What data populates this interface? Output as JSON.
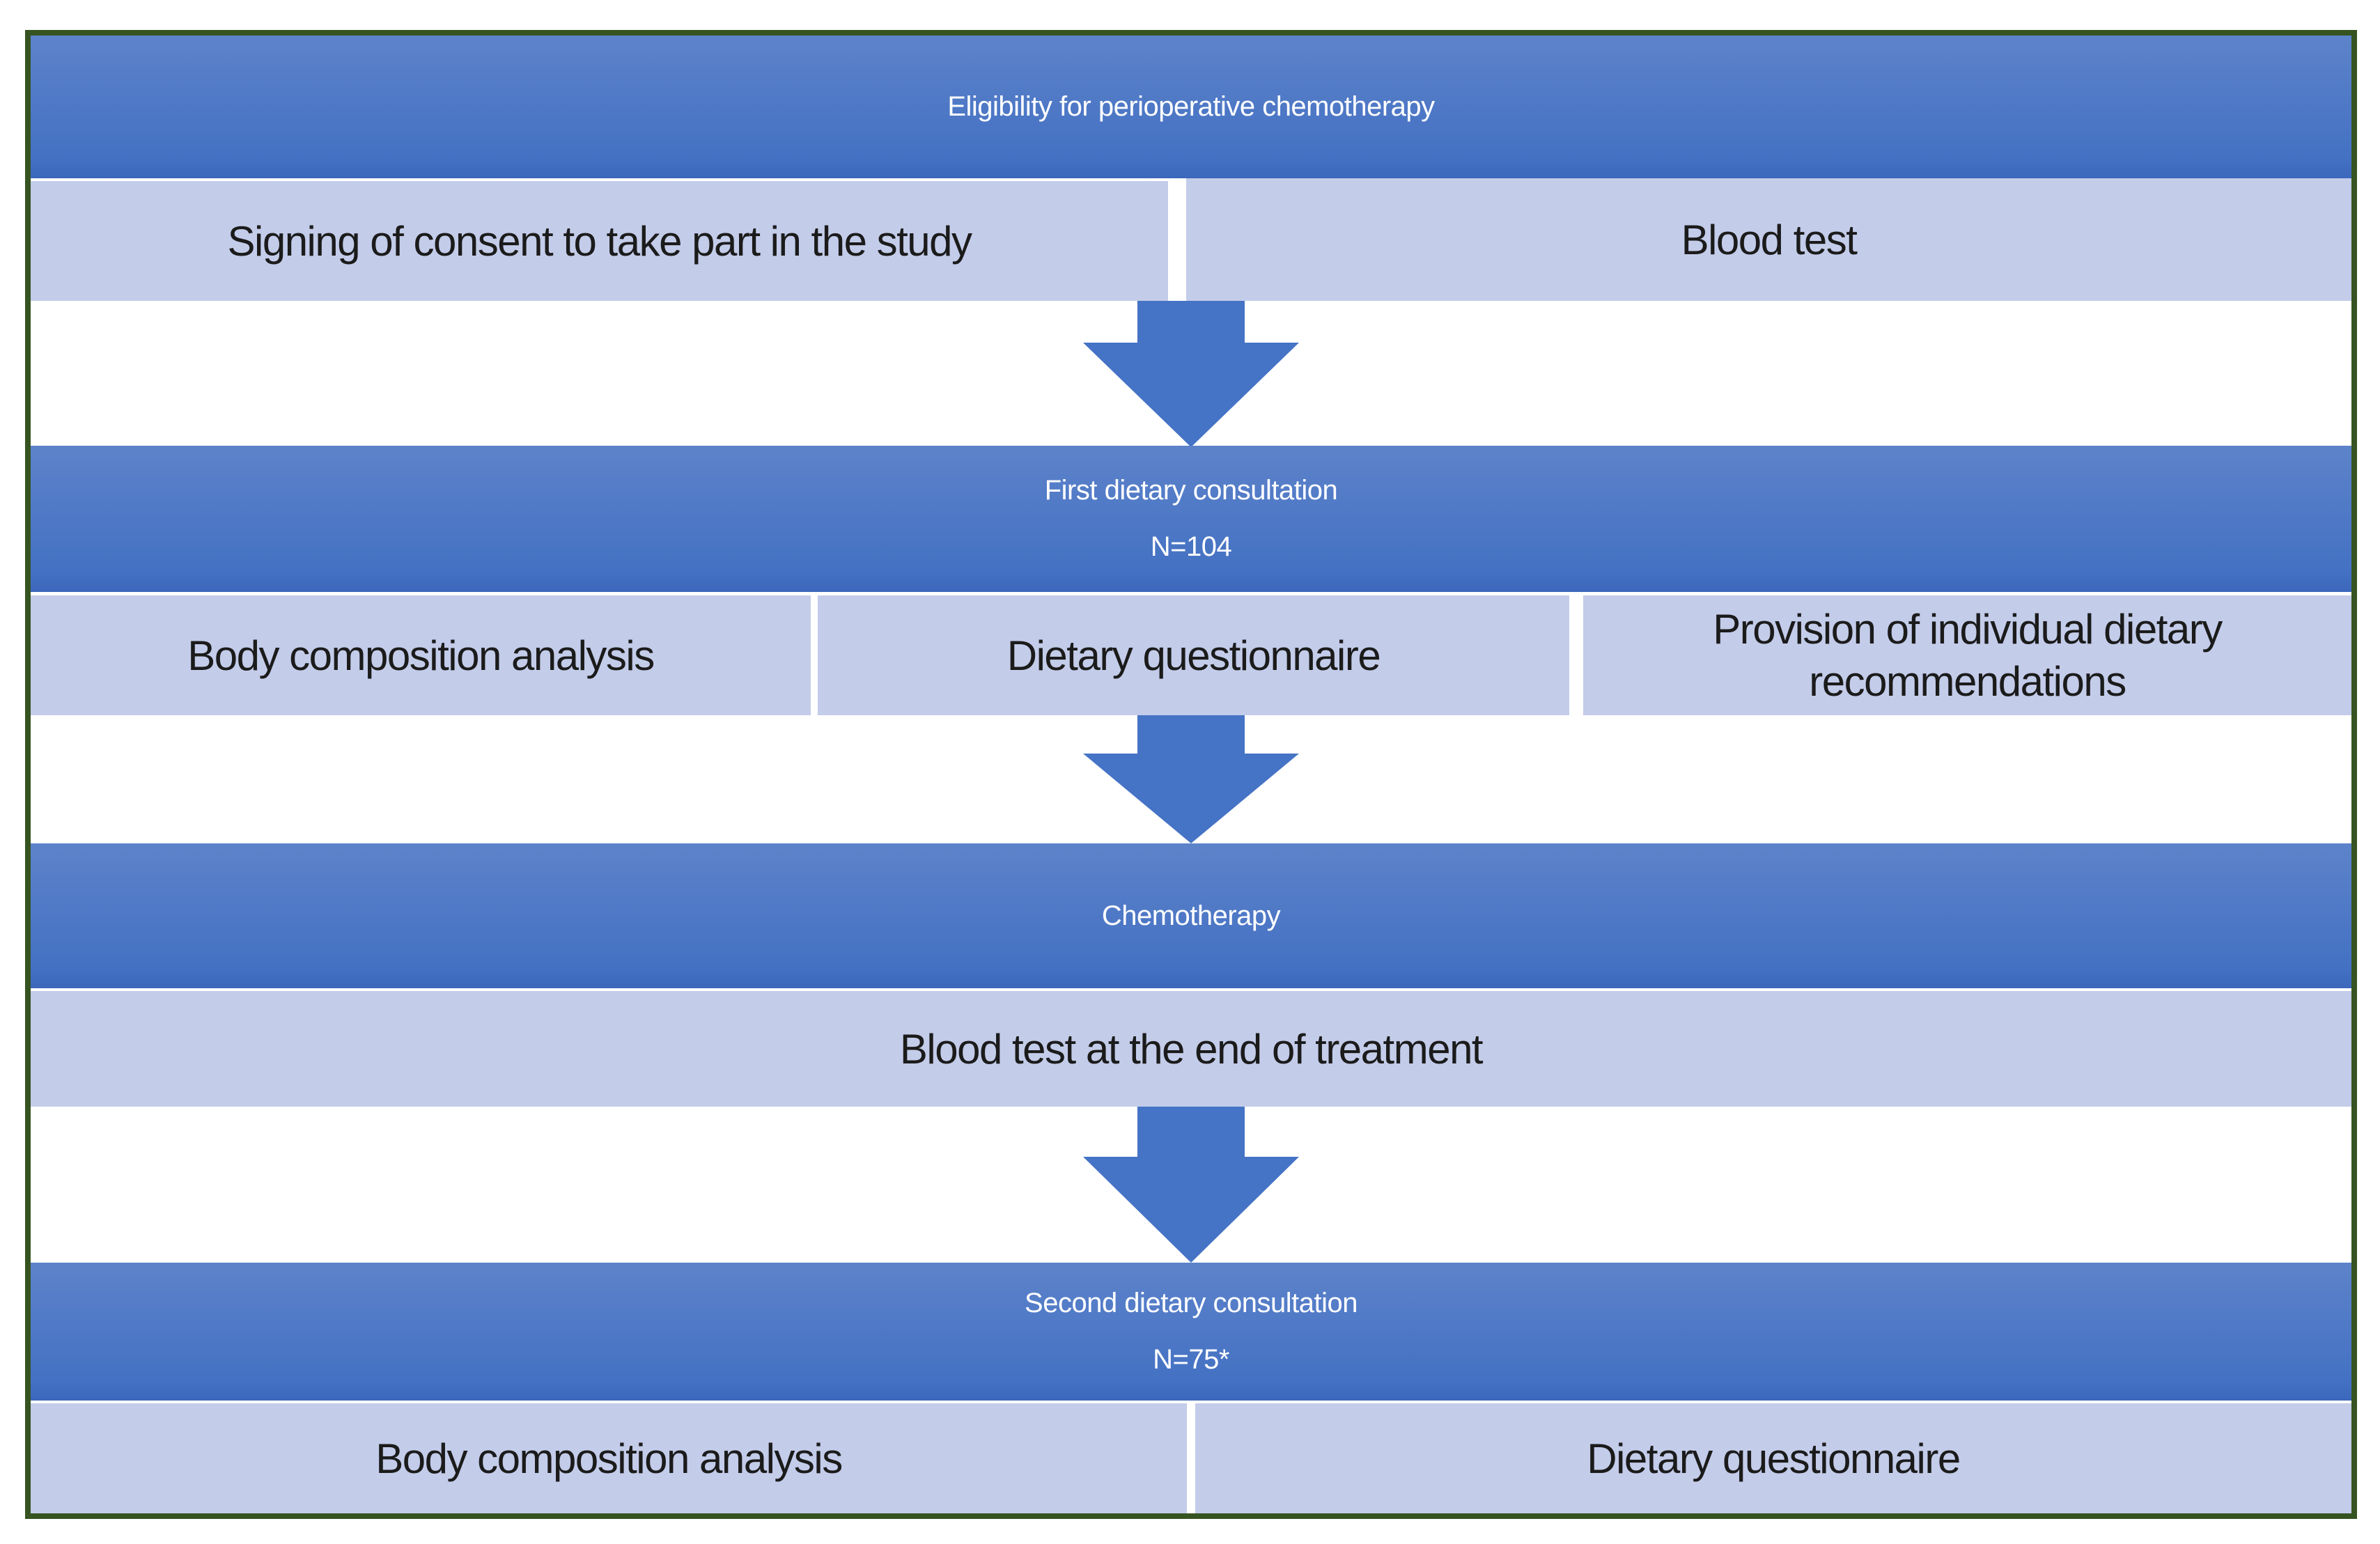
{
  "diagram": {
    "title_bar": "Eligibility for perioperative chemotherapy",
    "stage1": {
      "consent": "Signing of consent to take part in the study",
      "blood_test": "Blood test"
    },
    "first_consultation": {
      "title": "First dietary consultation",
      "n": "N=104",
      "actions": {
        "body_composition": "Body composition analysis",
        "dietary_questionnaire": "Dietary questionnaire",
        "recommendations": "Provision of individual dietary recommendations"
      }
    },
    "chemotherapy": {
      "title": "Chemotherapy",
      "blood_test_end": "Blood test at the end of treatment"
    },
    "second_consultation": {
      "title": "Second dietary consultation",
      "n": "N=75*",
      "actions": {
        "body_composition": "Body composition analysis",
        "dietary_questionnaire": "Dietary questionnaire"
      }
    },
    "colors": {
      "border": "#365421",
      "bar_top": "#5d83ca",
      "bar_bottom": "#4471c3",
      "bar_edge": "#3c67bc",
      "cell": "#c3cce9",
      "arrow": "#4573c5",
      "text_on_bar": "#ffffff",
      "text_on_cell": "#1b1b1b"
    }
  }
}
